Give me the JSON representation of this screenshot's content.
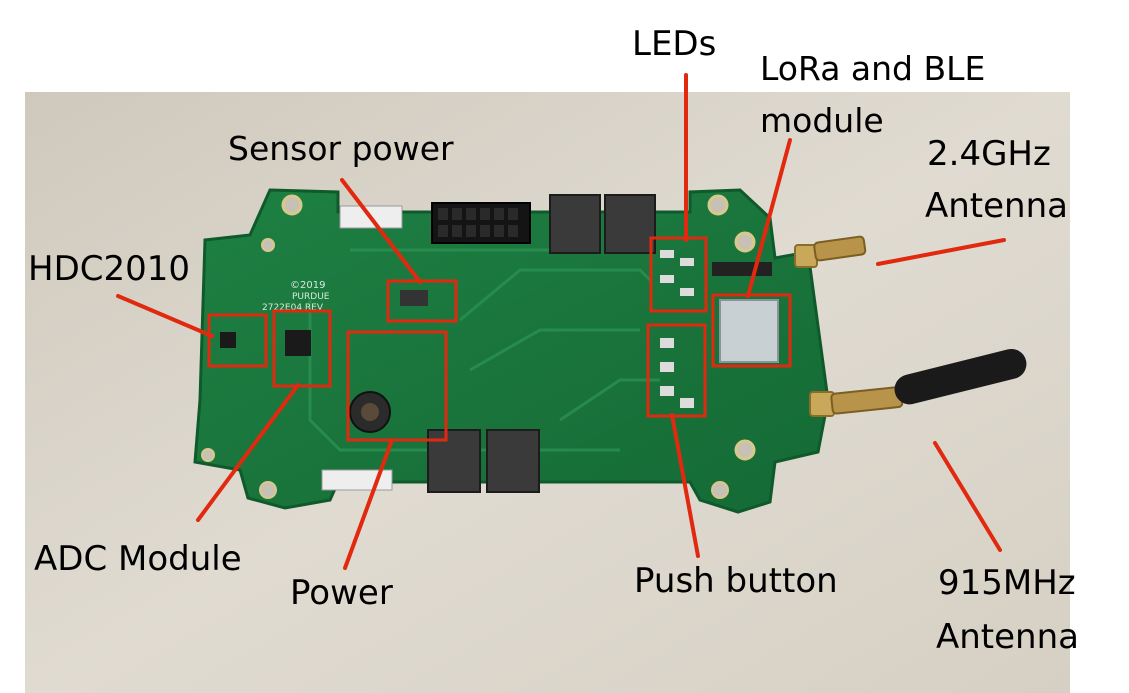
{
  "labels": {
    "leds": "LEDs",
    "lora_line1": "LoRa and BLE",
    "lora_line2": "module",
    "sensor_power": "Sensor power",
    "ghz_line1": "2.4GHz",
    "ghz_line2": "Antenna",
    "hdc": "HDC2010",
    "adc": "ADC Module",
    "power": "Power",
    "push_button": "Push button",
    "mhz_line1": "915MHz",
    "mhz_line2": "Antenna"
  },
  "board": {
    "silkscreen_year": "©2019",
    "silkscreen_name": "PURDUE",
    "silkscreen_rev": "2722E04 REV"
  },
  "colors": {
    "callout": "#e0290f",
    "pcb": "#1c7a3e",
    "pcb_dark": "#0f5a2a",
    "background": "#d9d4ca"
  }
}
